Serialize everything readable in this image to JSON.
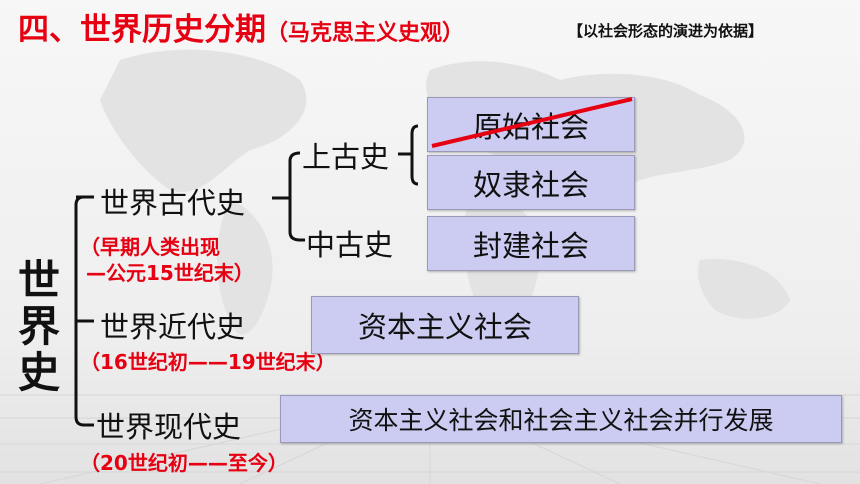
{
  "header": {
    "title": "四、世界历史分期",
    "subtitle": "（马克思主义史观）",
    "note": "【以社会形态的演进为依据】"
  },
  "root": {
    "label": "世界史"
  },
  "periods": {
    "ancient": {
      "label": "世界古代史",
      "range_line1": "（早期人类出现",
      "range_line2": "—公元15世纪末）"
    },
    "early_ancient": {
      "label": "上古史"
    },
    "middle_ancient": {
      "label": "中古史"
    },
    "modern": {
      "label": "世界近代史",
      "range": "（16世纪初——19世纪末）"
    },
    "contemporary": {
      "label": "世界现代史",
      "range": "（20世纪初——至今）"
    }
  },
  "societies": {
    "primitive": "原始社会",
    "slave": "奴隶社会",
    "feudal": "封建社会",
    "capitalist": "资本主义社会",
    "coexist": "资本主义社会和社会主义社会并行发展"
  },
  "colors": {
    "accent_red": "#e60012",
    "box_fill": "#ccccf2",
    "line": "#111111"
  }
}
